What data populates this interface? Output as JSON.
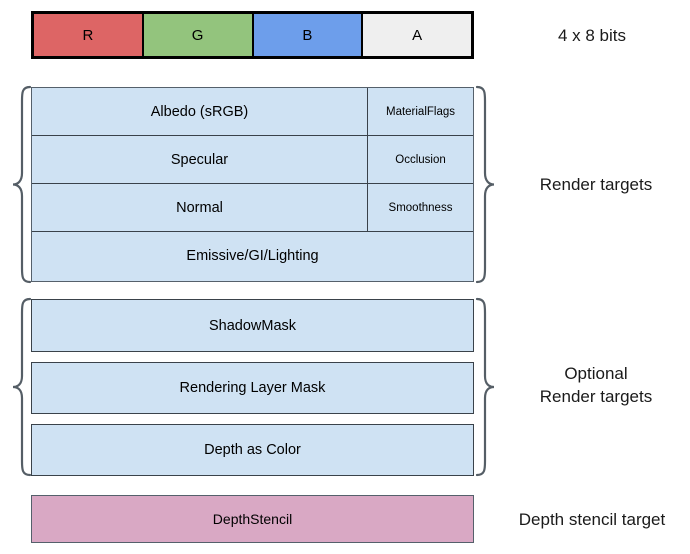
{
  "channel_bar": {
    "name": "RGBA channel bar",
    "cells": [
      {
        "label": "R",
        "color": "#dd6565"
      },
      {
        "label": "G",
        "color": "#93c47d"
      },
      {
        "label": "B",
        "color": "#6d9eeb"
      },
      {
        "label": "A",
        "color": "#efefef"
      }
    ],
    "side_label": "4 x 8 bits"
  },
  "render_targets": {
    "side_label": "Render targets",
    "fill_color": "#cfe2f3",
    "rows": [
      {
        "main": "Albedo (sRGB)",
        "aux": "MaterialFlags"
      },
      {
        "main": "Specular",
        "aux": "Occlusion"
      },
      {
        "main": "Normal",
        "aux": "Smoothness"
      },
      {
        "main": "Emissive/GI/Lighting",
        "aux": ""
      }
    ]
  },
  "optional_render_targets": {
    "side_label_line1": "Optional",
    "side_label_line2": "Render targets",
    "fill_color": "#cfe2f3",
    "boxes": [
      {
        "label": "ShadowMask"
      },
      {
        "label": "Rendering Layer Mask"
      },
      {
        "label": "Depth as Color"
      }
    ]
  },
  "depth_stencil": {
    "label": "DepthStencil",
    "side_label": "Depth stencil target",
    "fill_color": "#d9a8c4"
  }
}
